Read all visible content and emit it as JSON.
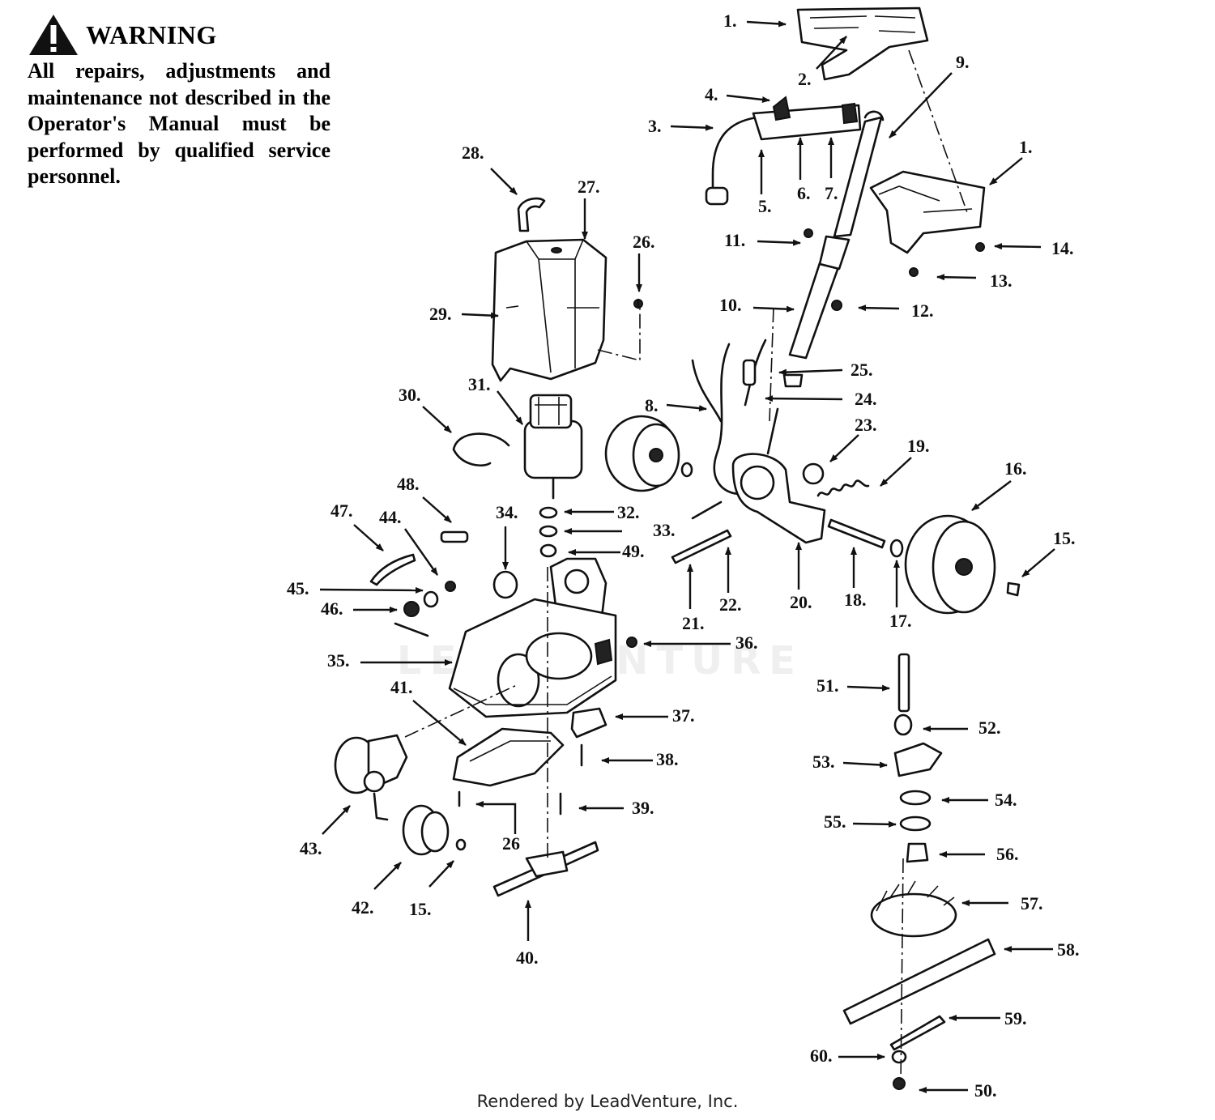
{
  "warning": {
    "title": "WARNING",
    "text": "All repairs, adjustments and maintenance not described in the Operator's Manual must be performed by qualified service personnel."
  },
  "labels": [
    "1.",
    "2.",
    "9.",
    "4.",
    "3.",
    "6.",
    "7.",
    "5.",
    "1.",
    "28.",
    "27.",
    "26.",
    "11.",
    "14.",
    "13.",
    "10.",
    "12.",
    "29.",
    "25.",
    "24.",
    "30.",
    "31.",
    "8.",
    "23.",
    "19.",
    "16.",
    "15.",
    "32.",
    "48.",
    "47.",
    "44.",
    "34.",
    "33.",
    "49.",
    "22.",
    "21.",
    "20.",
    "18.",
    "17.",
    "45.",
    "46.",
    "36.",
    "35.",
    "41.",
    "51.",
    "37.",
    "52.",
    "53.",
    "38.",
    "54.",
    "39.",
    "55.",
    "43.",
    "26",
    "56.",
    "42.",
    "15.",
    "57.",
    "40.",
    "58.",
    "59.",
    "60.",
    "50."
  ],
  "watermark": "LEADVENTURE",
  "footer": "Rendered by LeadVenture, Inc."
}
